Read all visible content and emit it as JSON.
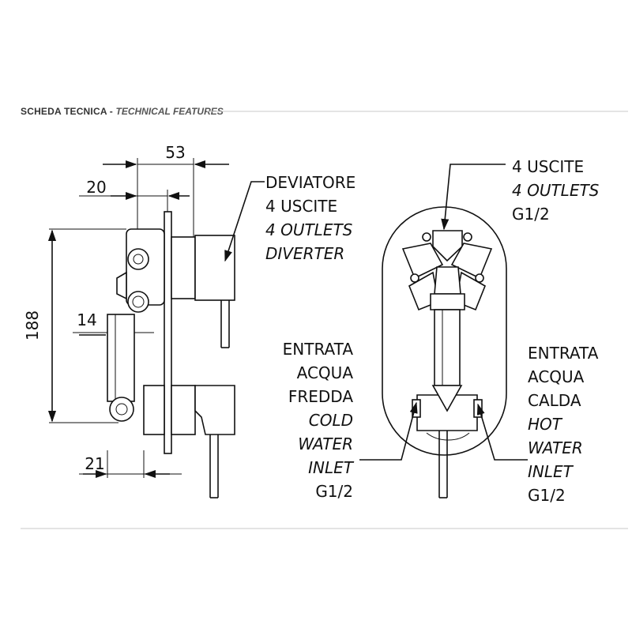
{
  "header": {
    "title_it": "SCHEDA TECNICA - ",
    "title_en": "TECHNICAL FEATURES"
  },
  "side_view": {
    "dimensions": {
      "width_total": "53",
      "width_body": "20",
      "height_total": "188",
      "offset_mid": "14",
      "offset_low": "21"
    },
    "callout": {
      "line1": "DEVIATORE",
      "line2": "4 USCITE",
      "line3": "4 OUTLETS",
      "line4": "DIVERTER"
    }
  },
  "front_view": {
    "outlets": {
      "line1": "4 USCITE",
      "line2": "4 OUTLETS",
      "line3": "G1/2"
    },
    "cold_inlet": {
      "line1": "ENTRATA",
      "line2": "ACQUA",
      "line3": "FREDDA",
      "line4": "COLD",
      "line5": "WATER",
      "line6": "INLET",
      "line7": "G1/2"
    },
    "hot_inlet": {
      "line1": "ENTRATA",
      "line2": "ACQUA",
      "line3": "CALDA",
      "line4": "HOT",
      "line5": "WATER",
      "line6": "INLET",
      "line7": "G1/2"
    }
  }
}
